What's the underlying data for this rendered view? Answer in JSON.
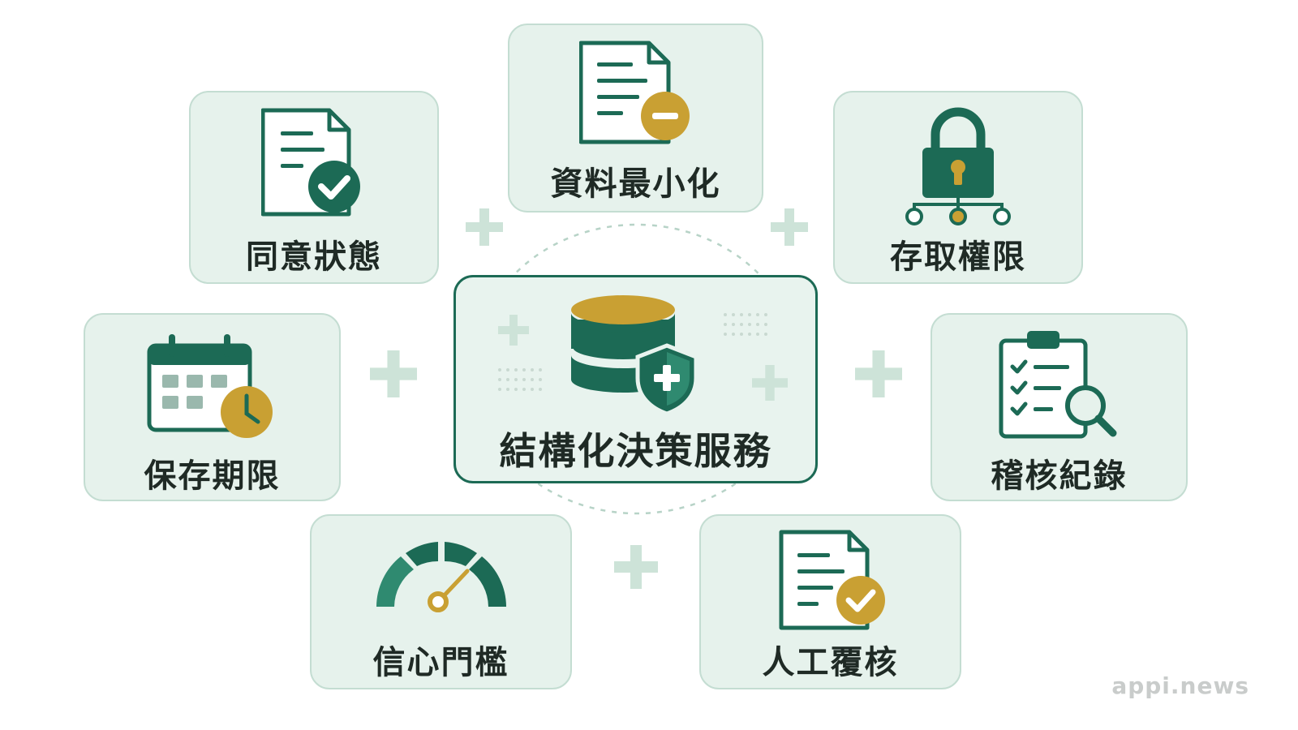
{
  "center": {
    "label": "結構化決策服務",
    "icon": "database-shield-icon"
  },
  "nodes": [
    {
      "id": "consent",
      "label": "同意狀態",
      "icon": "document-check-icon"
    },
    {
      "id": "minimization",
      "label": "資料最小化",
      "icon": "document-minus-icon"
    },
    {
      "id": "access",
      "label": "存取權限",
      "icon": "lock-network-icon"
    },
    {
      "id": "retention",
      "label": "保存期限",
      "icon": "calendar-clock-icon"
    },
    {
      "id": "audit",
      "label": "稽核紀錄",
      "icon": "clipboard-search-icon"
    },
    {
      "id": "confidence",
      "label": "信心門檻",
      "icon": "gauge-icon"
    },
    {
      "id": "review",
      "label": "人工覆核",
      "icon": "document-check-icon"
    }
  ],
  "watermark": "appi.news",
  "colors": {
    "primary": "#1c6a55",
    "accent": "#c9a033",
    "card_bg": "#e6f2ec",
    "card_border": "#c4ddd2",
    "plus": "#cde3d8"
  }
}
